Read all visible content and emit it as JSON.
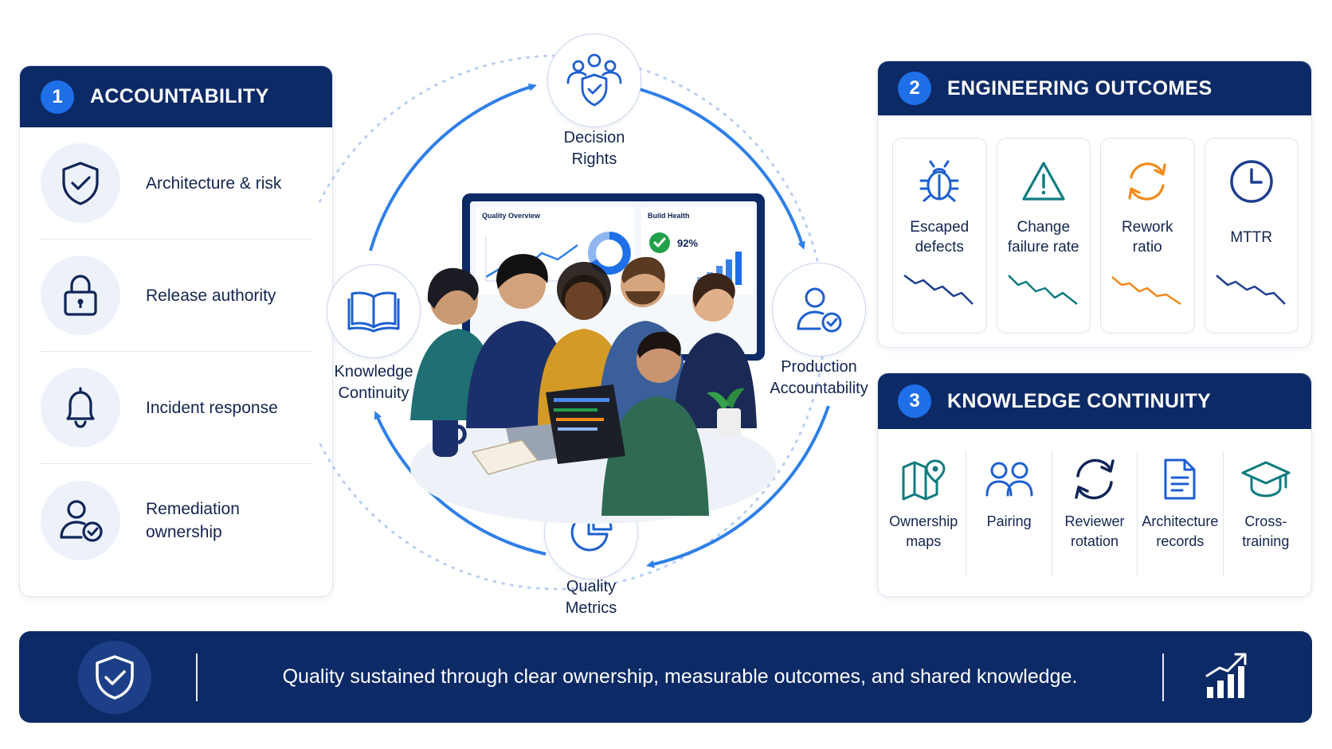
{
  "accountability": {
    "number": "1",
    "title": "ACCOUNTABILITY",
    "items": [
      {
        "label": "Architecture & risk",
        "icon": "shield-check-icon"
      },
      {
        "label": "Release authority",
        "icon": "padlock-icon"
      },
      {
        "label": "Incident response",
        "icon": "bell-icon"
      },
      {
        "label": "Remediation\nownership",
        "icon": "user-check-icon"
      }
    ]
  },
  "engineering_outcomes": {
    "number": "2",
    "title": "ENGINEERING OUTCOMES",
    "metrics": [
      {
        "label": "Escaped\ndefects",
        "icon": "bug-icon",
        "trend": "down",
        "color": "#1e3f8f"
      },
      {
        "label": "Change\nfailure rate",
        "icon": "warning-triangle-icon",
        "trend": "down",
        "color": "#0f7c80"
      },
      {
        "label": "Rework\nratio",
        "icon": "refresh-arrows-icon",
        "trend": "down",
        "color": "#f28a1a"
      },
      {
        "label": "MTTR",
        "icon": "clock-icon",
        "trend": "down",
        "color": "#1e3f8f"
      }
    ]
  },
  "knowledge_continuity": {
    "number": "3",
    "title": "KNOWLEDGE CONTINUITY",
    "items": [
      {
        "label": "Ownership\nmaps",
        "icon": "map-pin-icon"
      },
      {
        "label": "Pairing",
        "icon": "two-people-icon"
      },
      {
        "label": "Reviewer\nrotation",
        "icon": "rotation-arrows-icon"
      },
      {
        "label": "Architecture\nrecords",
        "icon": "document-icon"
      },
      {
        "label": "Cross-\ntraining",
        "icon": "graduation-cap-icon"
      }
    ]
  },
  "cycle": {
    "nodes": [
      {
        "label": "Decision\nRights",
        "icon": "team-shield-icon"
      },
      {
        "label": "Production\nAccountability",
        "icon": "user-check-icon"
      },
      {
        "label": "Quality\nMetrics",
        "icon": "pie-chart-icon"
      },
      {
        "label": "Knowledge\nContinuity",
        "icon": "open-book-icon"
      }
    ]
  },
  "dashboard": {
    "quality_title": "Quality Overview",
    "build_title": "Build Health",
    "build_value": "92%"
  },
  "banner": {
    "text": "Quality sustained through clear ownership, measurable outcomes, and shared knowledge.",
    "left_icon": "shield-check-icon",
    "right_icon": "growth-chart-icon"
  },
  "colors": {
    "navy": "#0c2a66",
    "accent_blue": "#1e6fe8",
    "teal": "#0f7c80",
    "orange": "#f28a1a"
  }
}
